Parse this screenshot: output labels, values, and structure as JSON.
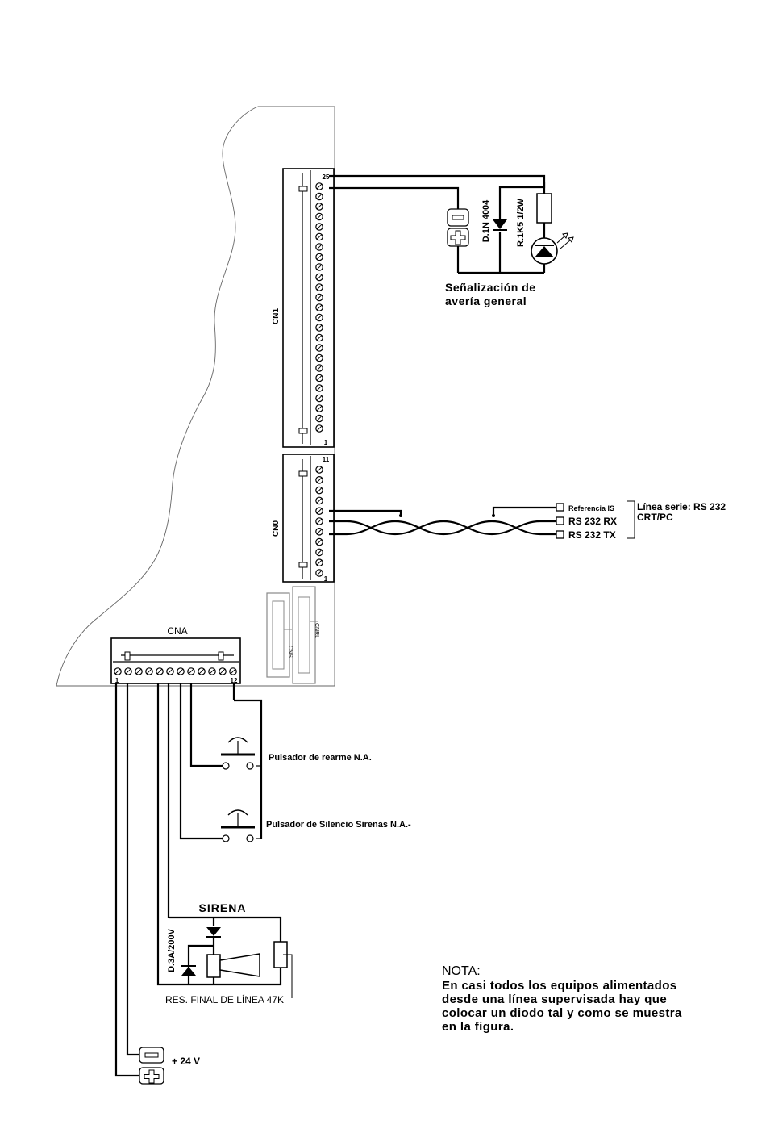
{
  "connectors": {
    "cn1": "CN1",
    "cn0": "CN0",
    "cna": "CNA",
    "cns": "CNS",
    "cnrl": "CNRL",
    "cn1_top_pin": "25",
    "cn1_bottom_pin": "1",
    "cn0_top_pin": "11",
    "cn0_bottom_pin": "1",
    "cna_first_pin": "1",
    "cna_last_pin": "12"
  },
  "fault_signal": {
    "diode": "D.1N 4004",
    "resistor": "R.1K5 1/2W",
    "label_line1": "Señalización de",
    "label_line2": "avería general"
  },
  "serial": {
    "ref": "Referencia IS",
    "rx": "RS 232 RX",
    "tx": "RS 232 TX",
    "title_line1": "Línea serie: RS 232",
    "title_line2": "CRT/PC"
  },
  "buttons": {
    "reset": "Pulsador de rearme N.A.",
    "silence": "Pulsador de Silencio Sirenas N.A.-"
  },
  "siren": {
    "title": "SIRENA",
    "diode": "D.3A/200V",
    "end_resistor": "RES. FINAL DE LÍNEA 47K"
  },
  "power": {
    "voltage": "+ 24 V"
  },
  "note": {
    "title": "NOTA:",
    "line1": "En casi todos los equipos alimentados",
    "line2": "desde una línea supervisada hay que",
    "line3": "colocar un diodo tal y como se muestra",
    "line4": "en la figura."
  }
}
